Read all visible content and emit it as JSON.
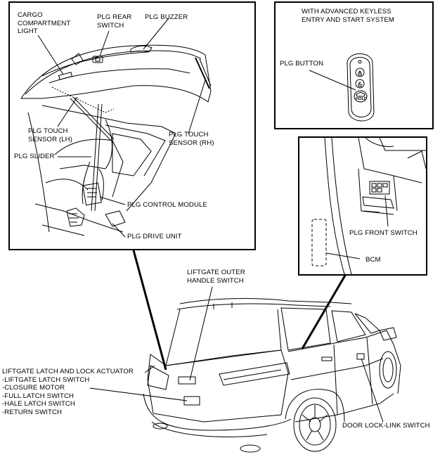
{
  "labels": {
    "cargo_light": "CARGO\nCOMPARTMENT\nLIGHT",
    "plg_rear_switch": "PLG REAR\nSWITCH",
    "plg_buzzer": "PLG BUZZER",
    "touch_sensor_lh": "PLG TOUCH\nSENSOR (LH)",
    "touch_sensor_rh": "PLG TOUCH\nSENSOR (RH)",
    "plg_slider": "PLG SLIDER",
    "control_module": "PLG CONTROL MODULE",
    "drive_unit": "PLG DRIVE UNIT",
    "keyless_title": "WITH ADVANCED KEYLESS\nENTRY AND START SYSTEM",
    "plg_button": "PLG BUTTON",
    "key_hold": "HOLD",
    "front_switch": "PLG FRONT SWITCH",
    "bcm": "BCM",
    "outer_handle": "LIFTGATE OUTER\nHANDLE SWITCH",
    "latch_actuator": "LIFTGATE LATCH AND LOCK ACTUATOR\n-LIFTGATE LATCH SWITCH\n-CLOSURE MOTOR\n-FULL LATCH SWITCH\n-HALE LATCH SWITCH\n-RETURN SWITCH",
    "door_lock_link": "DOOR LOCK-LINK SWITCH"
  }
}
